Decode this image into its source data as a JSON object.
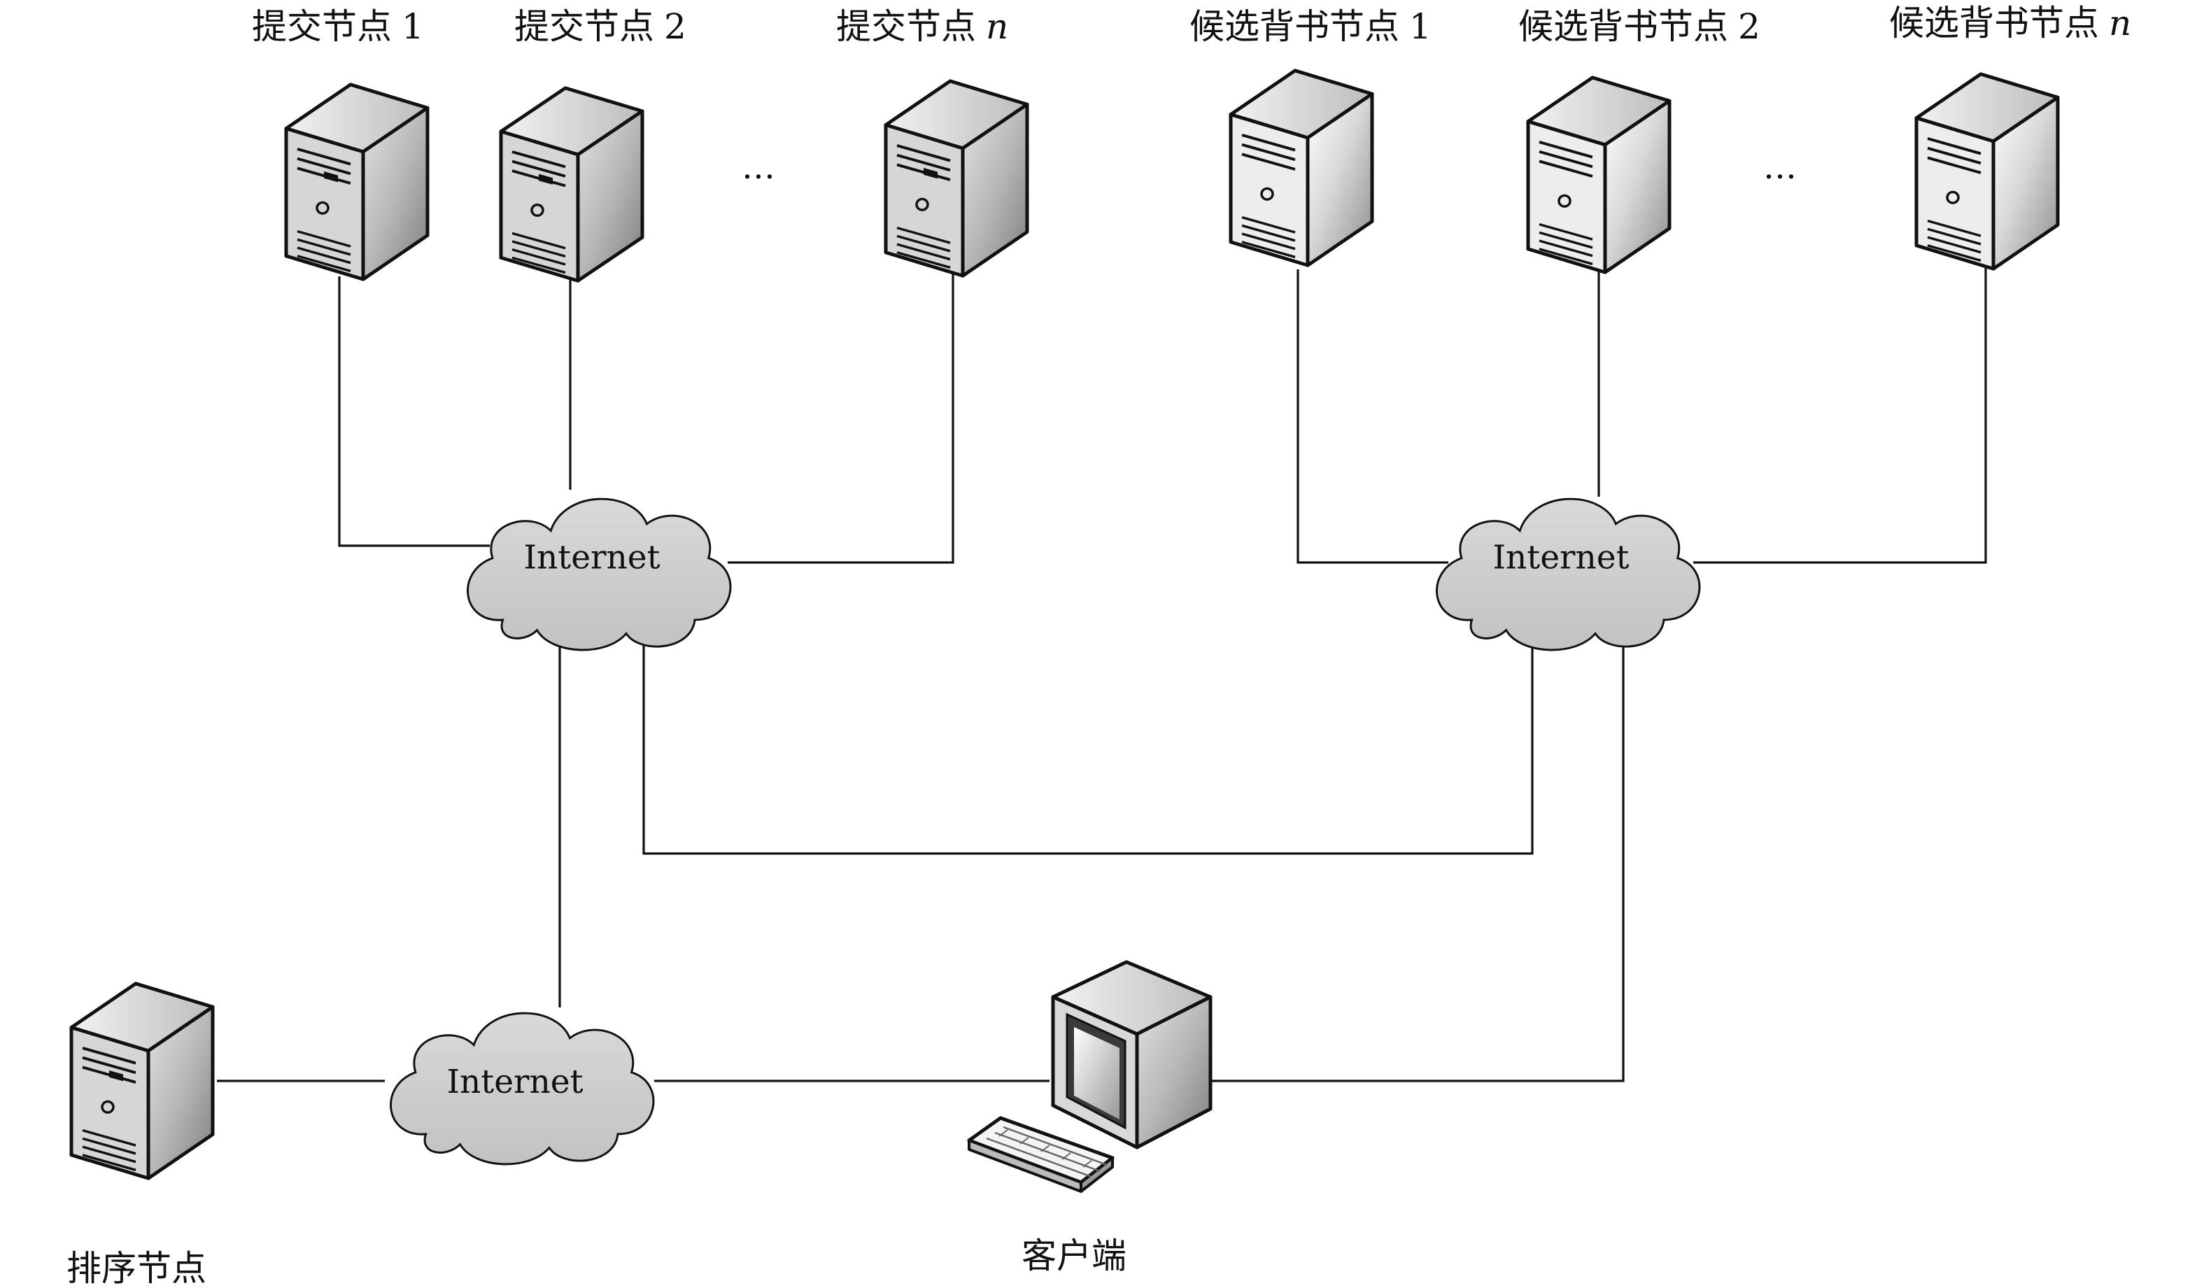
{
  "submit_nodes": {
    "node1": {
      "label": "提交节点",
      "index": "1"
    },
    "node2": {
      "label": "提交节点",
      "index": "2"
    },
    "noden": {
      "label": "提交节点",
      "index": "n"
    },
    "ellipsis": "…"
  },
  "endorse_nodes": {
    "node1": {
      "label": "候选背书节点",
      "index": "1"
    },
    "node2": {
      "label": "候选背书节点",
      "index": "2"
    },
    "noden": {
      "label": "候选背书节点",
      "index": "n"
    },
    "ellipsis": "…"
  },
  "clouds": {
    "left": "Internet",
    "right": "Internet",
    "bottom": "Internet"
  },
  "order_node": {
    "label": "排序节点"
  },
  "client": {
    "label": "客户端"
  },
  "colors": {
    "cloud": "#cfcfcf",
    "server_dark": "#b9b9b9",
    "server_light": "#e6e6e6",
    "line": "#111111"
  }
}
